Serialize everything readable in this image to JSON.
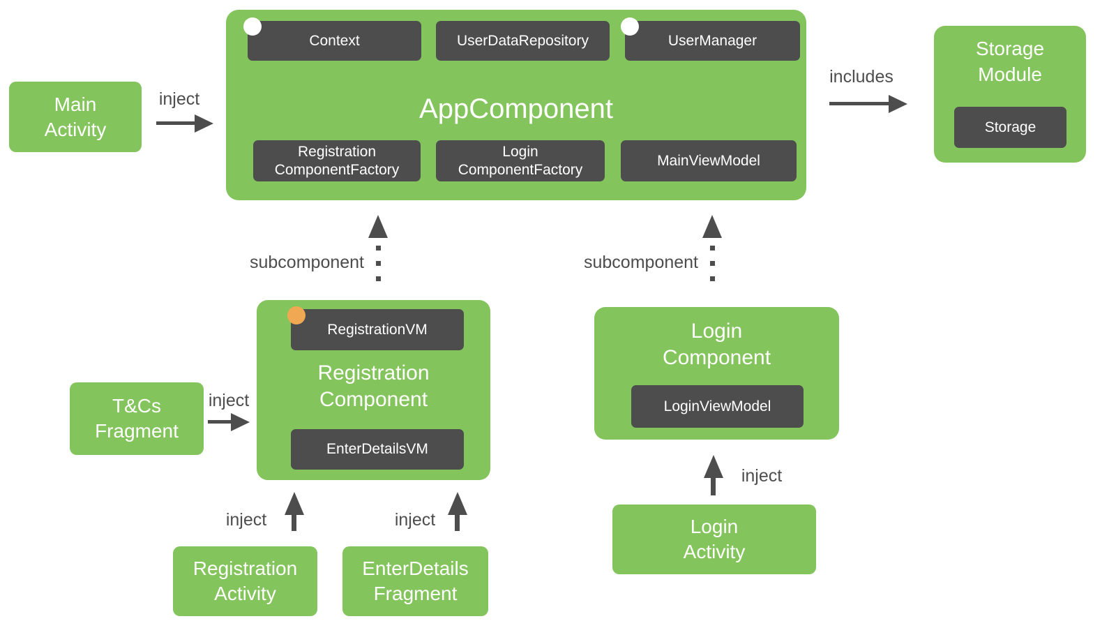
{
  "colors": {
    "green": "#84c45c",
    "dark": "#4d4d4d",
    "arrow": "#4d4d4d",
    "label": "#4d4d4d",
    "dot_white": "#ffffff",
    "dot_orange": "#f0a852",
    "box_text": "#ffffff",
    "bg": "#ffffff"
  },
  "nodes": {
    "main_activity": "Main\nActivity",
    "app_component": {
      "title": "AppComponent",
      "context": "Context",
      "user_data_repository": "UserDataRepository",
      "user_manager": "UserManager",
      "registration_component_factory": "Registration\nComponentFactory",
      "login_component_factory": "Login\nComponentFactory",
      "main_view_model": "MainViewModel"
    },
    "storage_module": {
      "title": "Storage\nModule",
      "storage": "Storage"
    },
    "registration_component": {
      "title": "Registration\nComponent",
      "registration_vm": "RegistrationVM",
      "enter_details_vm": "EnterDetailsVM"
    },
    "login_component": {
      "title": "Login\nComponent",
      "login_view_model": "LoginViewModel"
    },
    "tcs_fragment": "T&Cs\nFragment",
    "registration_activity": "Registration\nActivity",
    "enter_details_fragment": "EnterDetails\nFragment",
    "login_activity": "Login\nActivity"
  },
  "edges": {
    "main_to_app": "inject",
    "app_to_storage": "includes",
    "registration_subcomponent": "subcomponent",
    "login_subcomponent": "subcomponent",
    "tcs_to_registration": "inject",
    "registration_activity_to_component": "inject",
    "enter_details_to_component": "inject",
    "login_activity_to_component": "inject"
  }
}
